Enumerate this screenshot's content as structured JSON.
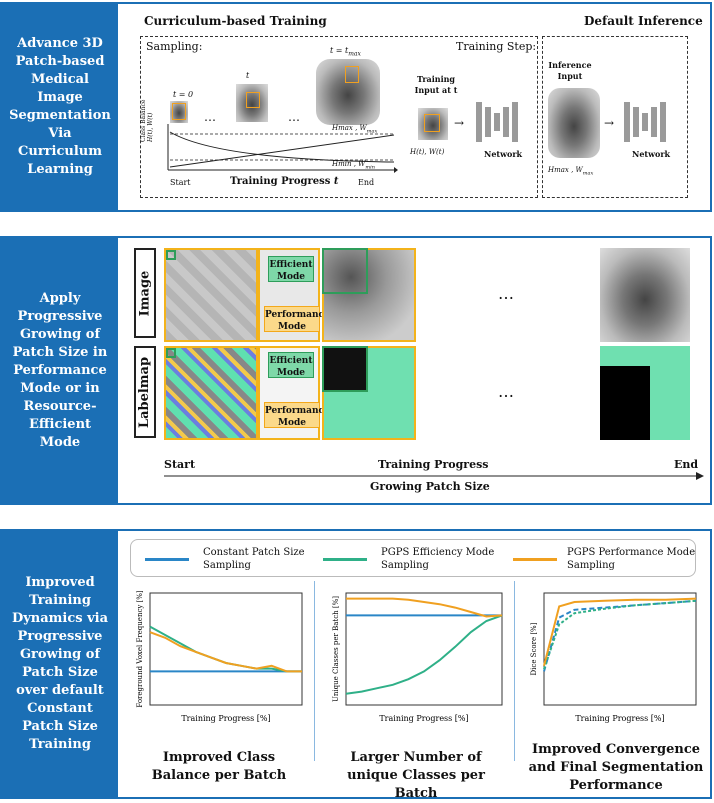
{
  "panel1": {
    "side_text": "Advance 3D Patch-based Medical Image Segmentation Via Curriculum Learning",
    "title_left": "Curriculum-based Training",
    "title_right": "Default Inference",
    "sampling_label": "Sampling:",
    "training_step_label": "Training Step:",
    "t0_label": "t = 0",
    "t_label": "t",
    "tmax_label": "t = t",
    "tmax_sub": "max",
    "ellipsis": "…",
    "hmax_label": "H",
    "hmax_text": "max , W",
    "hmax_sub": "max",
    "hmin_text": "H",
    "hmin_rest": "min , W",
    "hmin_sub": "min",
    "y_axis_label": "Class Balance",
    "y_axis_label2": "H(t), W(t)",
    "start_label": "Start",
    "progress_label": "Training Progress",
    "progress_var": "t",
    "end_label": "End",
    "training_input_label": "Training Input at t",
    "hw_t_label": "H(t), W(t)",
    "network_label": "Network",
    "inference_input_label": "Inference Input",
    "inference_hw_label": "H",
    "inference_hw_rest": "max , W",
    "inference_hw_sub": "max",
    "network_label2": "Network",
    "colors": {
      "accent": "#1b6fb5",
      "patch_box": "#f0a020"
    }
  },
  "panel2": {
    "side_text": "Apply Progressive Growing of Patch Size in Performance Mode or in Resource-Efficient Mode",
    "image_row_label": "Image",
    "labelmap_row_label": "Labelmap",
    "efficient_mode": "Efficient Mode",
    "performance_mode": "Performance Mode",
    "efficient_mode2": "Efficient Mode",
    "performance_mode2": "Performance Mode",
    "ellipsis1": "…",
    "ellipsis2": "…",
    "start_label": "Start",
    "progress_label": "Training Progress",
    "end_label": "End",
    "growing_label": "Growing Patch Size",
    "colors": {
      "efficient": "#2e9d5a",
      "performance": "#f3b31b"
    }
  },
  "panel3": {
    "side_text": "Improved Training Dynamics via Progressive Growing of Patch Size over default Constant Patch Size Training",
    "legend": [
      {
        "label": "Constant Patch Size Sampling",
        "color": "#2a86c7"
      },
      {
        "label": "PGPS Efficiency Mode Sampling",
        "color": "#2fb088"
      },
      {
        "label": "PGPS Performance Mode Sampling",
        "color": "#f0a020"
      }
    ],
    "captions": [
      "Improved Class Balance per Batch",
      "Larger Number of unique Classes per Batch",
      "Improved Convergence and Final Segmentation Performance"
    ]
  },
  "chart_data": [
    {
      "type": "line",
      "title": "",
      "xlabel": "Training Progress [%]",
      "ylabel": "Foreground Voxel Frequency [%]",
      "x": [
        0,
        10,
        20,
        30,
        40,
        50,
        60,
        70,
        80,
        90,
        100
      ],
      "series": [
        {
          "name": "Constant Patch Size Sampling",
          "values": [
            12,
            12,
            12,
            12,
            12,
            12,
            12,
            12,
            12,
            12,
            12
          ]
        },
        {
          "name": "PGPS Efficiency Mode Sampling",
          "values": [
            28,
            25,
            22,
            19,
            17,
            15,
            14,
            13,
            13,
            12,
            12
          ]
        },
        {
          "name": "PGPS Performance Mode Sampling",
          "values": [
            26,
            24,
            21,
            19,
            17,
            15,
            14,
            13,
            14,
            12,
            12
          ]
        }
      ]
    },
    {
      "type": "line",
      "title": "",
      "xlabel": "Training Progress [%]",
      "ylabel": "Unique Classes per Batch [%]",
      "x": [
        0,
        10,
        20,
        30,
        40,
        50,
        60,
        70,
        80,
        90,
        100
      ],
      "series": [
        {
          "name": "Constant Patch Size Sampling",
          "values": [
            80,
            80,
            80,
            80,
            80,
            80,
            80,
            80,
            80,
            80,
            80
          ]
        },
        {
          "name": "PGPS Efficiency Mode Sampling",
          "values": [
            10,
            12,
            15,
            18,
            23,
            30,
            40,
            52,
            65,
            75,
            80
          ]
        },
        {
          "name": "PGPS Performance Mode Sampling",
          "values": [
            95,
            95,
            95,
            95,
            94,
            92,
            90,
            87,
            83,
            79,
            80
          ]
        }
      ]
    },
    {
      "type": "line",
      "title": "",
      "xlabel": "Training Progress [%]",
      "ylabel": "Dice Score [%]",
      "x": [
        0,
        10,
        20,
        40,
        60,
        80,
        100
      ],
      "series": [
        {
          "name": "Constant Patch Size Sampling",
          "values": [
            30,
            78,
            85,
            87,
            89,
            91,
            93
          ]
        },
        {
          "name": "PGPS Efficiency Mode Sampling",
          "values": [
            32,
            72,
            82,
            86,
            89,
            91,
            93
          ]
        },
        {
          "name": "PGPS Performance Mode Sampling",
          "values": [
            35,
            88,
            92,
            93,
            94,
            94,
            95
          ]
        }
      ]
    }
  ]
}
